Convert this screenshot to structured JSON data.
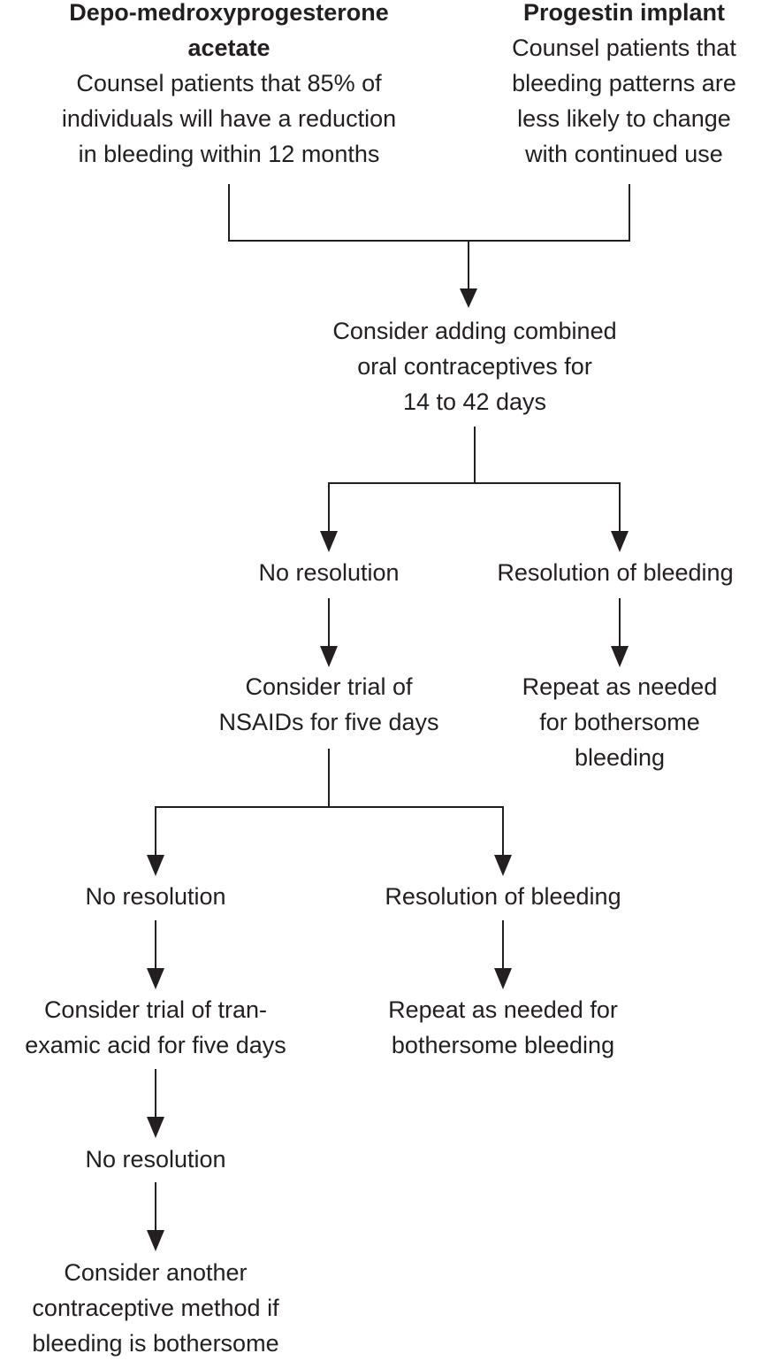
{
  "nodes": {
    "depo": {
      "title_lines": [
        "Depo-medroxyprogesterone",
        "acetate"
      ],
      "body_lines": [
        "Counsel patients that 85% of",
        "individuals will have a reduction",
        "in bleeding within 12 months"
      ]
    },
    "implant": {
      "title_lines": [
        "Progestin implant"
      ],
      "body_lines": [
        "Counsel patients that",
        "bleeding patterns are",
        "less likely to change",
        "with continued use"
      ]
    },
    "coc": {
      "lines": [
        "Consider adding combined",
        "oral contraceptives for",
        "14 to 42 days"
      ]
    },
    "no_resolution_1": {
      "lines": [
        "No resolution"
      ]
    },
    "resolution_1": {
      "lines": [
        "Resolution of bleeding"
      ]
    },
    "nsaids": {
      "lines": [
        "Consider trial of",
        "NSAIDs for five days"
      ]
    },
    "repeat_1": {
      "lines": [
        "Repeat as needed",
        "for bothersome",
        "bleeding"
      ]
    },
    "no_resolution_2": {
      "lines": [
        "No resolution"
      ]
    },
    "resolution_2": {
      "lines": [
        "Resolution of bleeding"
      ]
    },
    "tranexamic": {
      "lines": [
        "Consider trial of tran-",
        "examic acid for five days"
      ]
    },
    "repeat_2": {
      "lines": [
        "Repeat as needed for",
        "bothersome bleeding"
      ]
    },
    "no_resolution_3": {
      "lines": [
        "No resolution"
      ]
    },
    "another_method": {
      "lines": [
        "Consider another",
        "contraceptive method if",
        "bleeding is bothersome"
      ]
    }
  }
}
